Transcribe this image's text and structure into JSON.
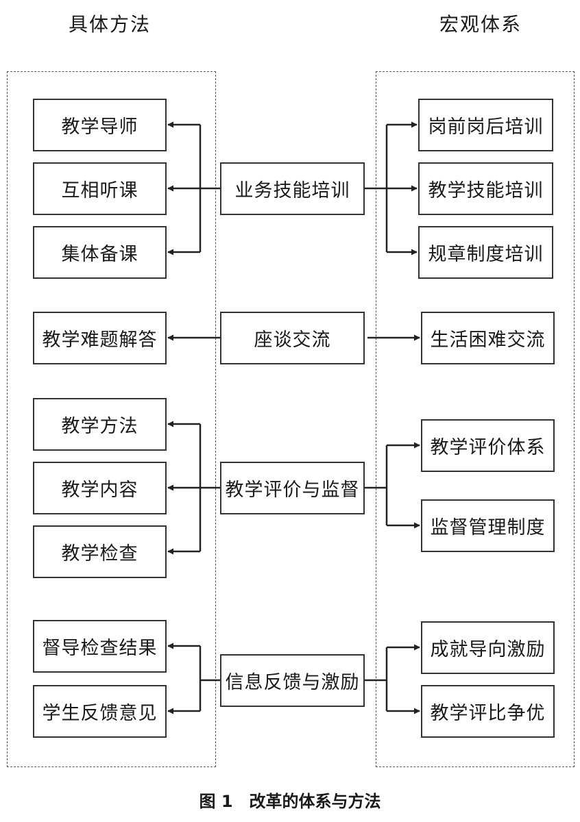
{
  "headers": {
    "left": "具体方法",
    "right": "宏观体系"
  },
  "caption": {
    "number": "图 1",
    "title": "改革的体系与方法"
  },
  "left_boxes": [
    "教学导师",
    "互相听课",
    "集体备课",
    "教学难题解答",
    "教学方法",
    "教学内容",
    "教学检查",
    "督导检查结果",
    "学生反馈意见"
  ],
  "center_boxes": [
    "业务技能培训",
    "座谈交流",
    "教学评价与监督",
    "信息反馈与激励"
  ],
  "right_boxes": [
    "岗前岗后培训",
    "教学技能培训",
    "规章制度培训",
    "生活困难交流",
    "教学评价体系",
    "监督管理制度",
    "成就导向激励",
    "教学评比争优"
  ]
}
